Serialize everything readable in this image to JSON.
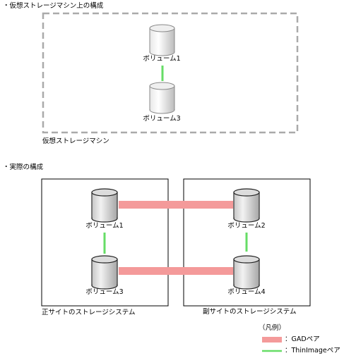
{
  "headings": {
    "virtual_section": "・仮想ストレージマシン上の構成",
    "actual_section": "・実際の構成"
  },
  "virtual_machine": {
    "label": "仮想ストレージマシン",
    "volumes": [
      "ボリューム1",
      "ボリューム3"
    ],
    "pair_type": "ThinImageペア"
  },
  "primary_system": {
    "label": "正サイトのストレージシステム",
    "volumes": [
      "ボリューム1",
      "ボリューム3"
    ]
  },
  "secondary_system": {
    "label": "副サイトのストレージシステム",
    "volumes": [
      "ボリューム2",
      "ボリューム4"
    ]
  },
  "legend": {
    "title": "（凡例）",
    "items": [
      {
        "label": "：GADペア",
        "color": "#f49a9a"
      },
      {
        "label": "：ThinImageペア",
        "color": "#66dd66"
      }
    ]
  },
  "colors": {
    "gad_pair": "#f49a9a",
    "thinimage_pair": "#66dd66",
    "dashed_border": "#aaaaaa"
  }
}
